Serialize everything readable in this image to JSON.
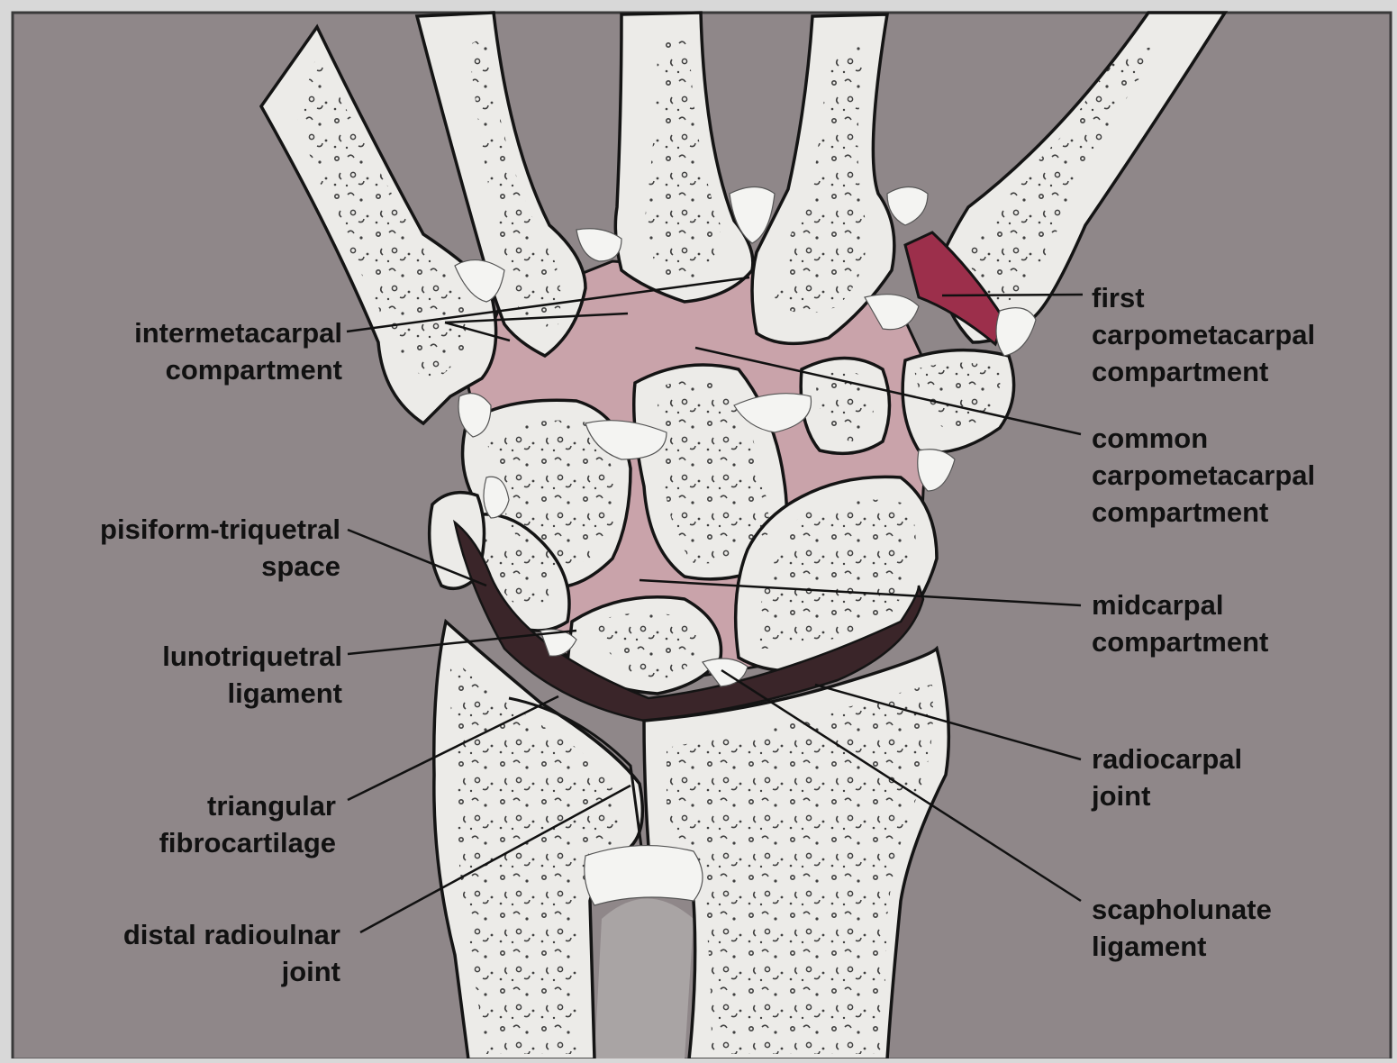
{
  "colors": {
    "background": "#8f8789",
    "bone": "#ecebe8",
    "bone_outline": "#141414",
    "compartment": "#c9a3aa",
    "first_cmc": "#9c2f4b",
    "radiocarpal": "#3a2529",
    "frame": "#d8d8d8"
  },
  "labels": {
    "intermetacarpal": {
      "line1": "intermetacarpal",
      "line2": "compartment"
    },
    "pisiform": {
      "line1": "pisiform-triquetral",
      "line2": "space"
    },
    "lunotriquetral": {
      "line1": "lunotriquetral",
      "line2": "ligament"
    },
    "triangular": {
      "line1": "triangular",
      "line2": "fibrocartilage"
    },
    "druj": {
      "line1": "distal radioulnar",
      "line2": "joint"
    },
    "first_cmc": {
      "line1": "first",
      "line2": "carpometacarpal",
      "line3": "compartment"
    },
    "common_cmc": {
      "line1": "common",
      "line2": "carpometacarpal",
      "line3": "compartment"
    },
    "midcarpal": {
      "line1": "midcarpal",
      "line2": "compartment"
    },
    "radiocarpal": {
      "line1": "radiocarpal",
      "line2": "joint"
    },
    "scapholunate": {
      "line1": "scapholunate",
      "line2": "ligament"
    }
  }
}
